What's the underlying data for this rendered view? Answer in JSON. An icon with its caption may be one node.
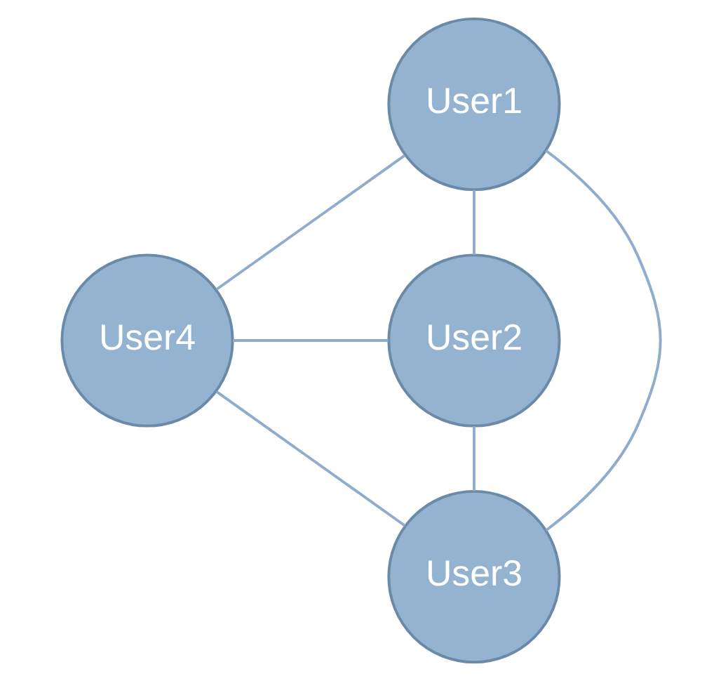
{
  "diagram": {
    "nodes": [
      {
        "text": [
          "User1"
        ]
      },
      {
        "text": [
          "User4"
        ]
      },
      {
        "text": [
          "User2"
        ]
      },
      {
        "text": [
          "User3"
        ]
      }
    ],
    "edges": [
      {
        "from": 0,
        "to": 1,
        "arrow": "none"
      },
      {
        "from": 0,
        "to": 2,
        "arrow": "none"
      },
      {
        "from": 0,
        "to": 3,
        "arrow": "none"
      },
      {
        "from": 1,
        "to": 2,
        "arrow": "none"
      },
      {
        "from": 1,
        "to": 3,
        "arrow": "none"
      },
      {
        "from": 2,
        "to": 3,
        "arrow": "none"
      }
    ]
  }
}
